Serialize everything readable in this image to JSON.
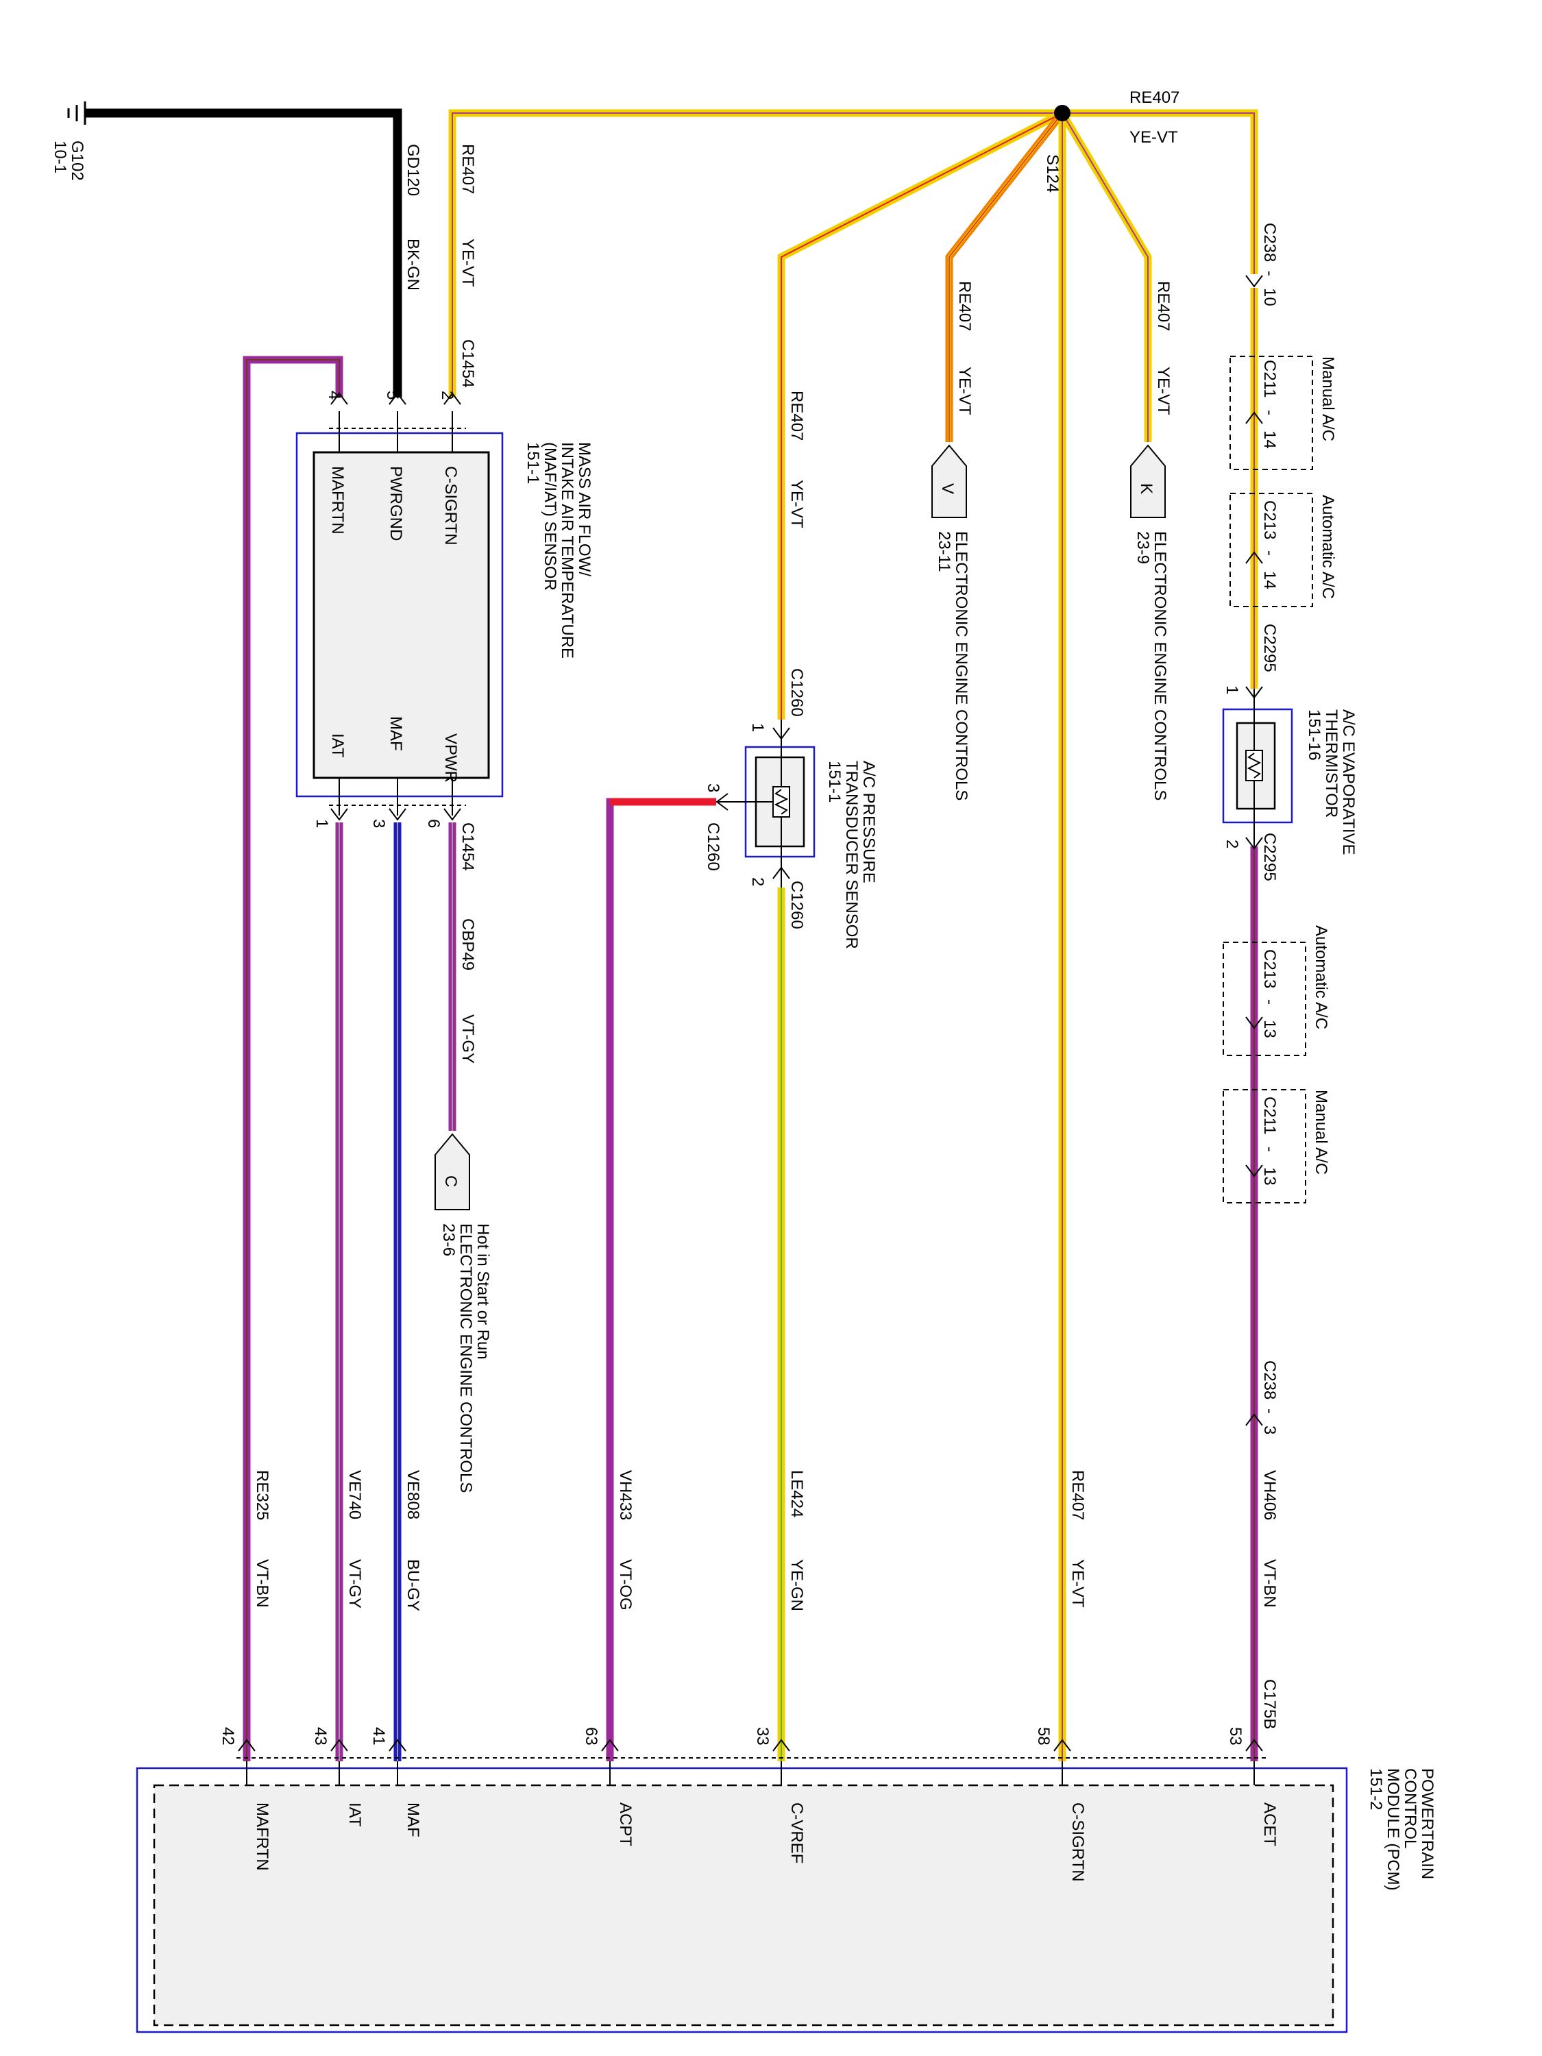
{
  "ground": {
    "id": "G102",
    "ref": "10-1"
  },
  "gd120": {
    "circuit": "GD120",
    "color": "BK-GN"
  },
  "re407_left": {
    "circuit": "RE407",
    "color": "YE-VT"
  },
  "splice": {
    "top_circuit": "RE407",
    "top_color": "YE-VT",
    "id": "S124"
  },
  "re407_a": {
    "circuit": "RE407",
    "color": "YE-VT"
  },
  "re407_v": {
    "circuit": "RE407",
    "color": "YE-VT"
  },
  "re407_k": {
    "circuit": "RE407",
    "color": "YE-VT"
  },
  "re407_pcm": {
    "circuit": "RE407",
    "color": "YE-VT"
  },
  "connector_v": {
    "letter": "V",
    "text": "ELECTRONIC ENGINE CONTROLS",
    "ref": "23-11"
  },
  "connector_k": {
    "letter": "K",
    "text": "ELECTRONIC ENGINE CONTROLS",
    "ref": "23-9"
  },
  "connector_c": {
    "letter": "C",
    "line1": "Hot in Start or Run",
    "line2": "ELECTRONIC ENGINE CONTROLS",
    "ref": "23-6"
  },
  "maf_sensor": {
    "title": [
      "MASS AIR FLOW/",
      "INTAKE AIR TEMPERATURE",
      "(MAF/IAT) SENSOR",
      "151-1"
    ],
    "connector": "C1454",
    "pins_left": [
      {
        "num": "2",
        "name": "C-SIGRTN"
      },
      {
        "num": "5",
        "name": "PWRGND"
      },
      {
        "num": "4",
        "name": "MAFRTN"
      }
    ],
    "pins_right": [
      {
        "num": "6",
        "name": "VPWR"
      },
      {
        "num": "3",
        "name": "MAF"
      },
      {
        "num": "1",
        "name": "IAT"
      }
    ]
  },
  "cbp49": {
    "circuit": "CBP49",
    "color": "VT-GY"
  },
  "acpt_sensor": {
    "title": [
      "A/C PRESSURE",
      "TRANSDUCER SENSOR",
      "151-1"
    ],
    "connector": "C1260",
    "pin1": "1",
    "pin2": "2",
    "pin3": "3"
  },
  "ac_therm": {
    "title": [
      "A/C EVAPORATIVE",
      "THERMISTOR",
      "151-16"
    ],
    "connector": "C2295",
    "pin1": "1",
    "pin2": "2"
  },
  "top_conns": {
    "c238": "C238",
    "c238_pin": "10",
    "c211": "C211",
    "c211_pin": "14",
    "c211_label": "Manual A/C",
    "c213": "C213",
    "c213_pin": "14",
    "c213_label": "Automatic A/C"
  },
  "bot_conns": {
    "c213": "C213",
    "c213_pin": "13",
    "c213_label": "Automatic A/C",
    "c211": "C211",
    "c211_pin": "13",
    "c211_label": "Manual A/C",
    "c238": "C238",
    "c238_pin": "3"
  },
  "pcm_wires": {
    "vh406": {
      "circuit": "VH406",
      "color": "VT-BN"
    },
    "le424": {
      "circuit": "LE424",
      "color": "YE-GN"
    },
    "vh433": {
      "circuit": "VH433",
      "color": "VT-OG"
    },
    "ve808": {
      "circuit": "VE808",
      "color": "BU-GY"
    },
    "ve740": {
      "circuit": "VE740",
      "color": "VT-GY"
    },
    "re325": {
      "circuit": "RE325",
      "color": "VT-BN"
    }
  },
  "pcm": {
    "title": [
      "POWERTRAIN",
      "CONTROL",
      "MODULE (PCM)",
      "151-2"
    ],
    "connector": "C175B",
    "pins": [
      {
        "num": "53",
        "name": "ACET"
      },
      {
        "num": "58",
        "name": "C-SIGRTN"
      },
      {
        "num": "33",
        "name": "C-VREF"
      },
      {
        "num": "63",
        "name": "ACPT"
      },
      {
        "num": "41",
        "name": "MAF"
      },
      {
        "num": "43",
        "name": "IAT"
      },
      {
        "num": "42",
        "name": "MAFRTN"
      }
    ]
  },
  "wire_colors": {
    "BK": "#000000",
    "YE": "#f0d000",
    "VT": "#9b2a9b",
    "BU": "#1a1ac8",
    "GN": "#5cb82e",
    "OG": "#f08000",
    "RD": "#e8182e"
  }
}
